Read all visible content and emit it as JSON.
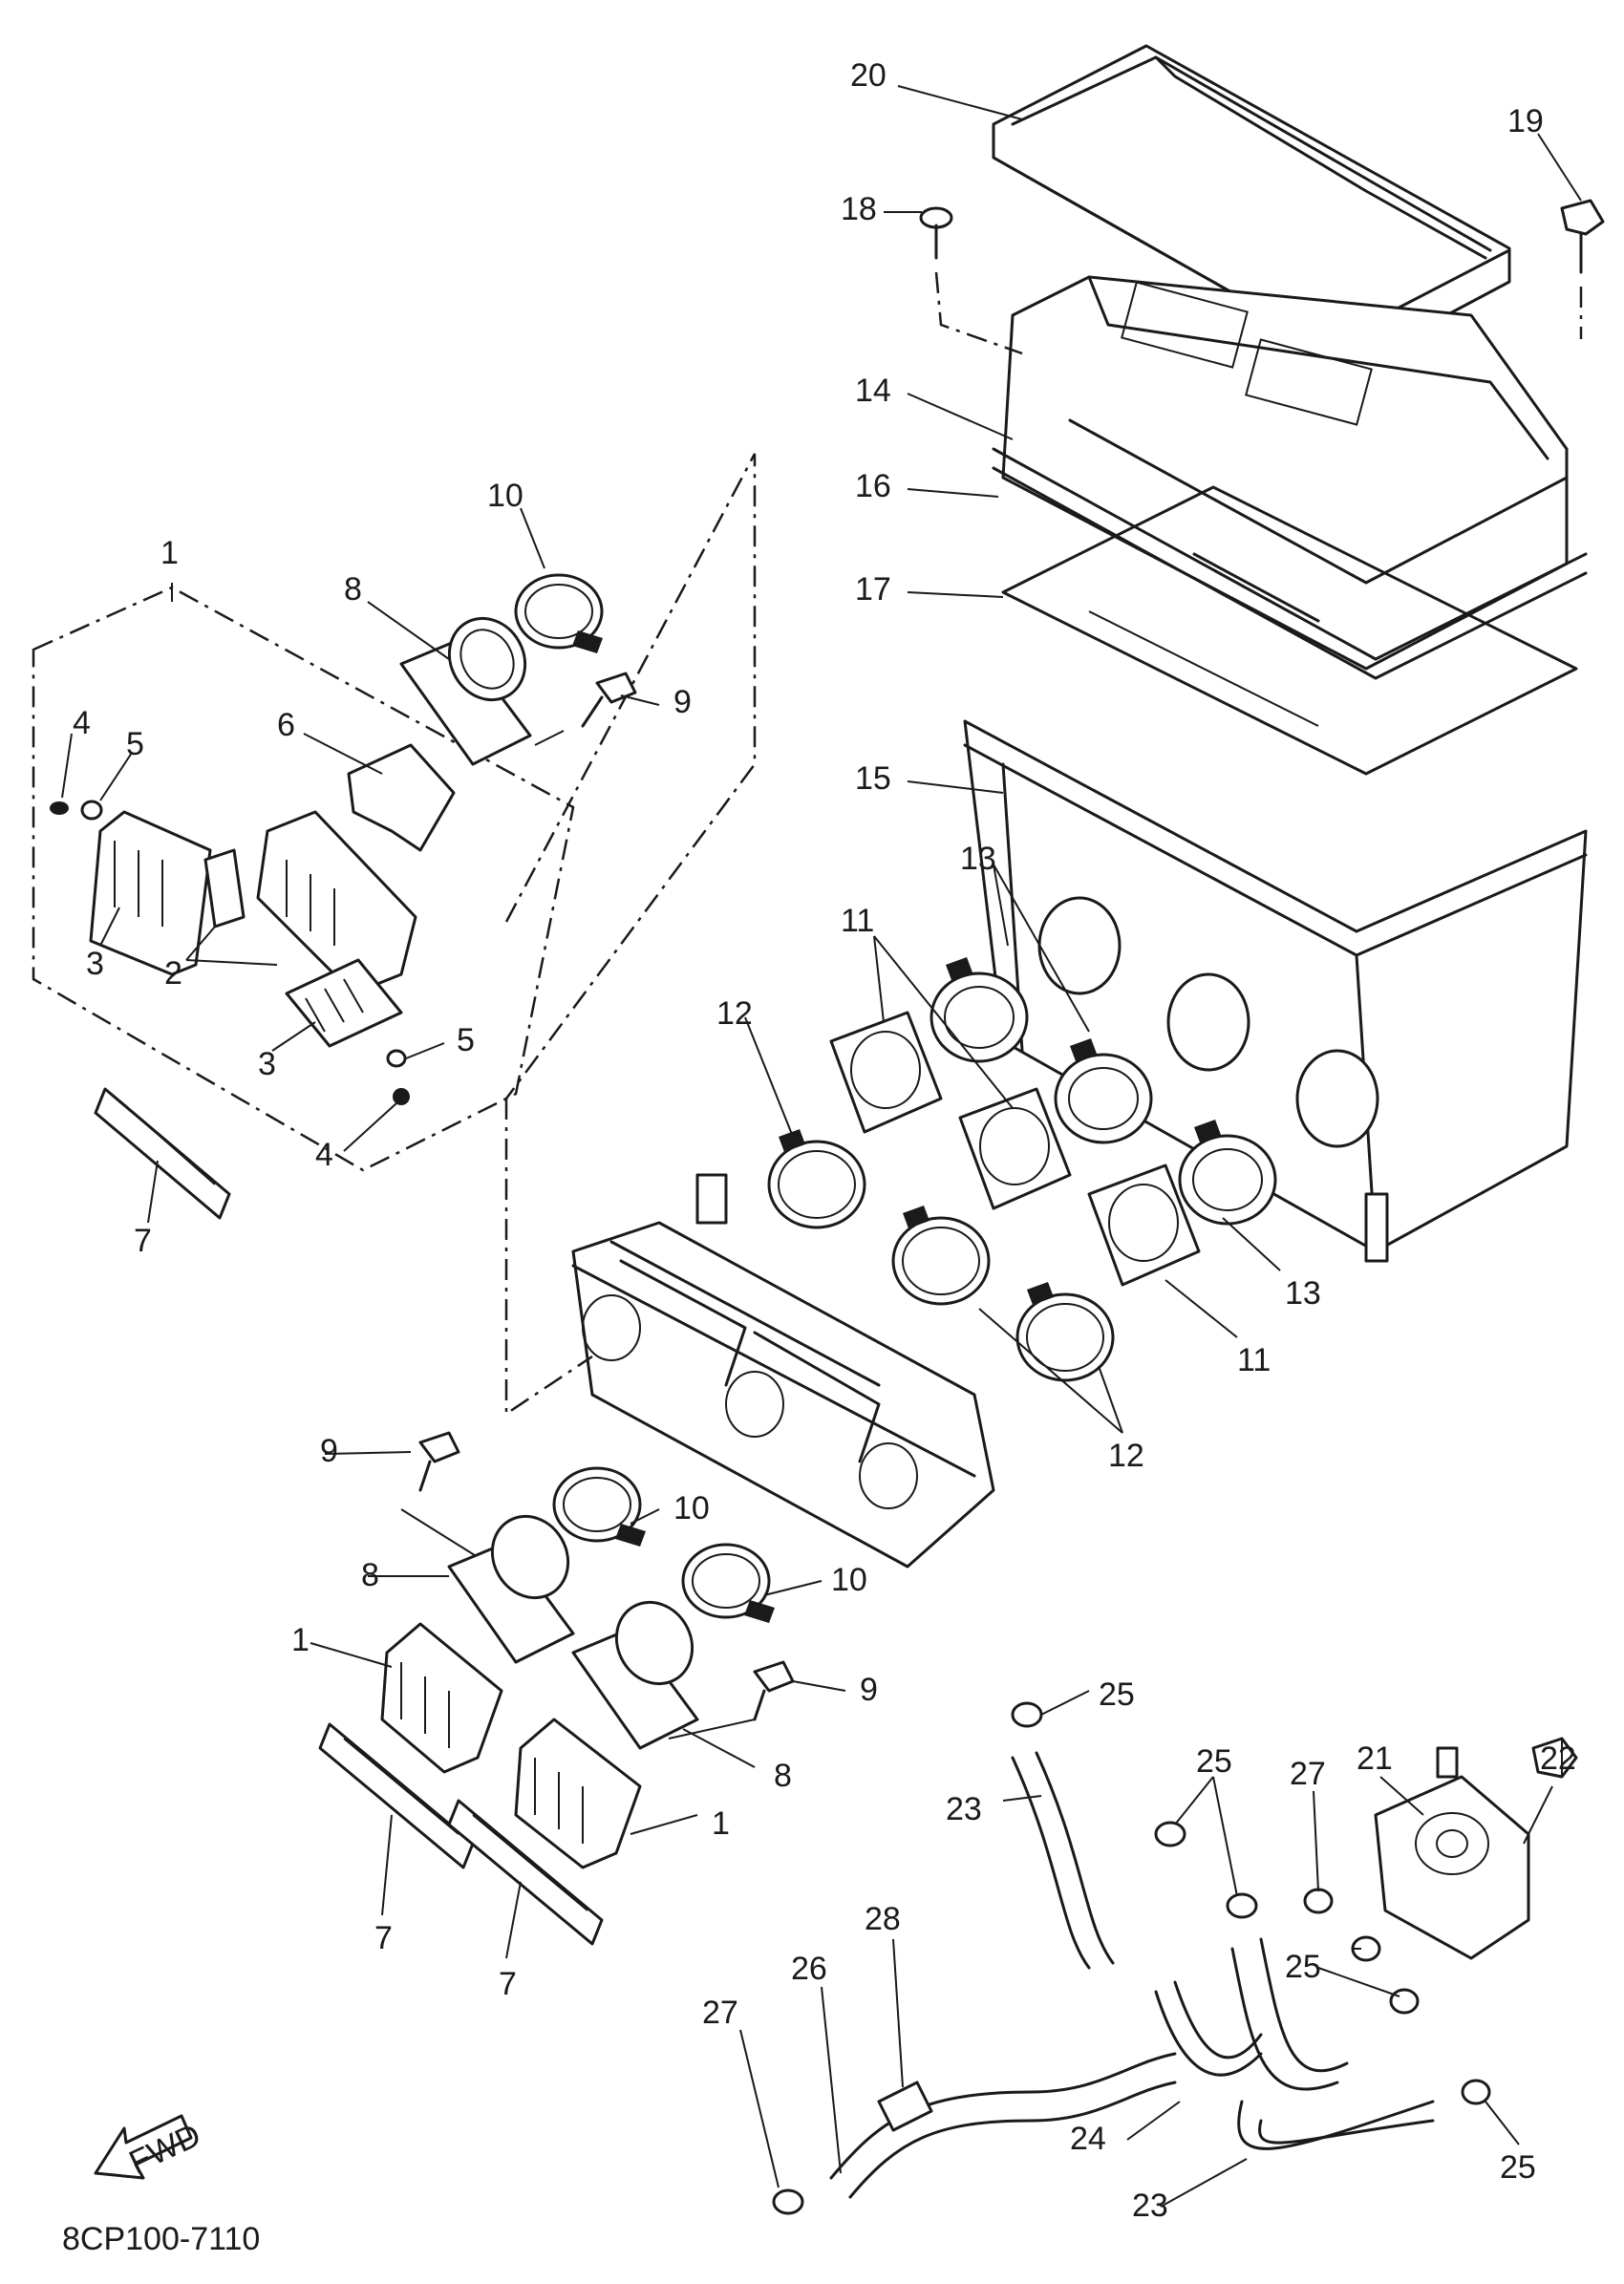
{
  "diagram": {
    "callouts": [
      "1",
      "2",
      "3",
      "4",
      "5",
      "6",
      "7",
      "8",
      "9",
      "10",
      "11",
      "12",
      "13",
      "14",
      "15",
      "16",
      "17",
      "18",
      "19",
      "20",
      "21",
      "22",
      "23",
      "24",
      "25",
      "26",
      "27",
      "28"
    ],
    "fwd_label": "FWD",
    "diagram_code": "8CP100-7110"
  }
}
